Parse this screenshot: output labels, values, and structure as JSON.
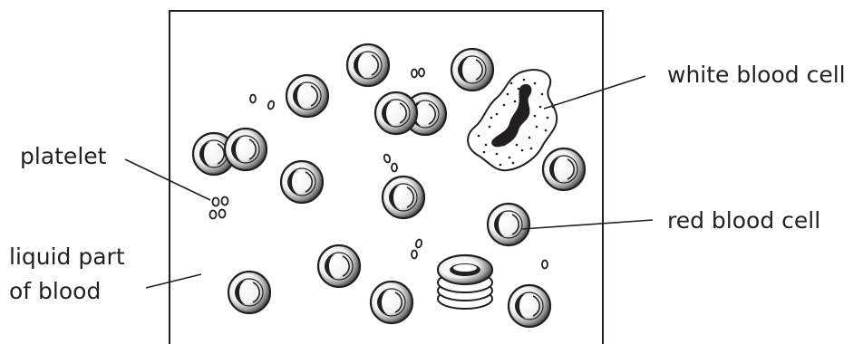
{
  "labels": {
    "white_blood_cell": "white blood cell",
    "platelet": "platelet",
    "red_blood_cell": "red blood cell",
    "liquid_line1": "liquid part",
    "liquid_line2": "of blood"
  },
  "colors": {
    "ink": "#231f20",
    "background": "#ffffff"
  }
}
